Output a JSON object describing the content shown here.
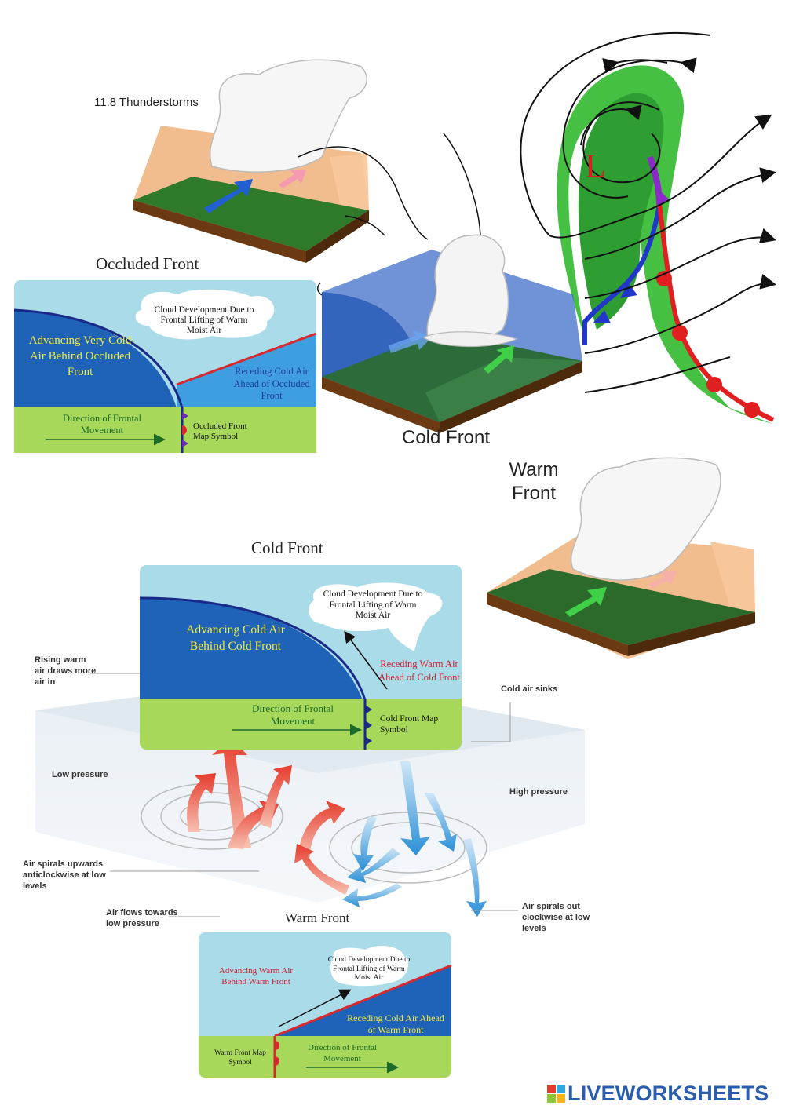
{
  "page": {
    "heading": "11.8 Thunderstorms"
  },
  "top_left": {
    "title": "Occluded Front",
    "cloud": "Cloud Development Due to Frontal Lifting of Warm Moist Air",
    "advancing": "Advancing Very Cold Air Behind Occluded Front",
    "receding": "Receding Cold Air Ahead of Occluded Front",
    "direction": "Direction of Frontal Movement",
    "symbol": "Occluded Front Map Symbol"
  },
  "center_block": {
    "label": "Cold Front"
  },
  "right_block": {
    "label": "Warm Front"
  },
  "low_map": {
    "low_letter": "L"
  },
  "cold_panel": {
    "title": "Cold Front",
    "cloud": "Cloud Development Due to Frontal Lifting of Warm Moist Air",
    "advancing": "Advancing Cold Air Behind Cold Front",
    "receding": "Receding Warm Air Ahead of Cold Front",
    "direction": "Direction of Frontal Movement",
    "symbol": "Cold Front Map Symbol"
  },
  "pressure_diagram": {
    "rising": "Rising warm air draws more air in",
    "sinks": "Cold air sinks",
    "low": "Low pressure",
    "high": "High pressure",
    "spirals_up": "Air spirals upwards anticlockwise at low levels",
    "flows": "Air flows towards low pressure",
    "spirals_out": "Air spirals out clockwise at low levels"
  },
  "warm_panel": {
    "title": "Warm Front",
    "cloud": "Cloud Development Due to Frontal Lifting of Warm Moist Air",
    "advancing": "Advancing Warm Air Behind Warm Front",
    "receding": "Receding Cold Air Ahead of Warm Front",
    "direction": "Direction of Frontal Movement",
    "symbol": "Warm Front Map Symbol"
  },
  "logo": {
    "text": "LIVEWORKSHEETS",
    "colors": [
      "#e63c2e",
      "#2ea8e0",
      "#8cc63e",
      "#f6b71c"
    ]
  }
}
